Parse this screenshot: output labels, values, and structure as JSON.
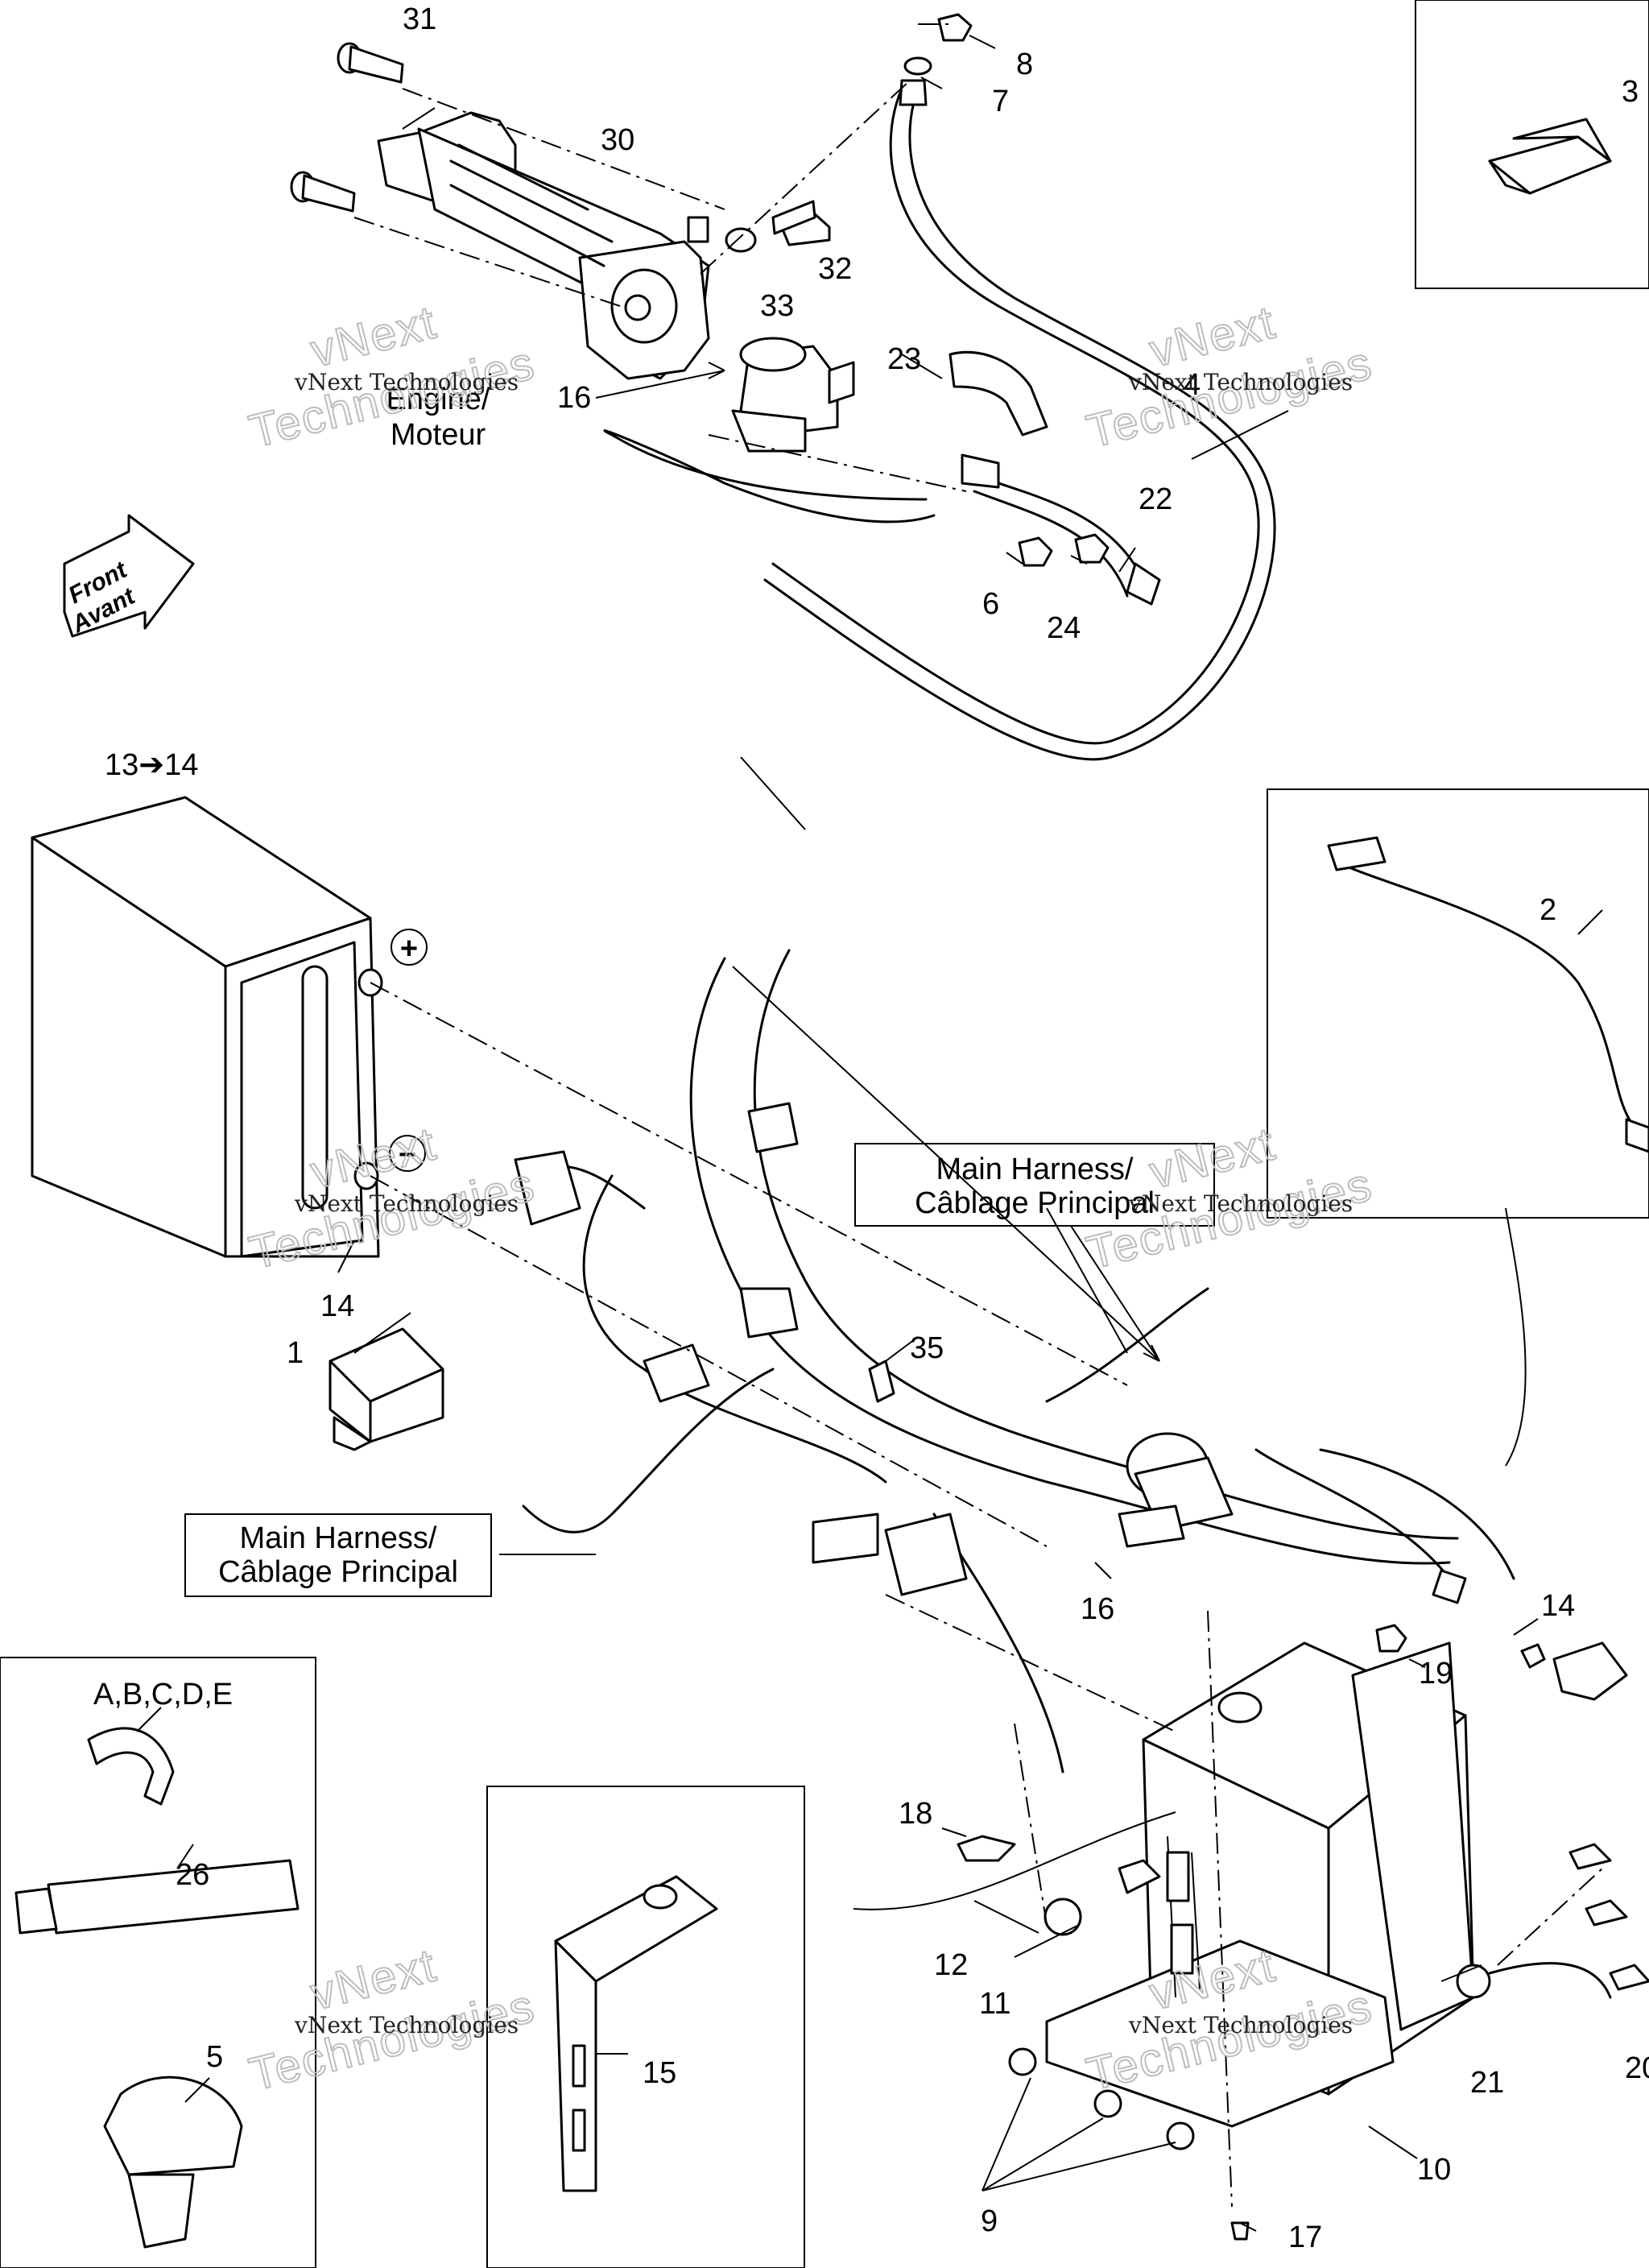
{
  "labels": {
    "n31": "31",
    "n8": "8",
    "n7": "7",
    "n30": "30",
    "n32": "32",
    "n33": "33",
    "n23": "23",
    "n16a": "16",
    "n4": "4",
    "n22": "22",
    "n6": "6",
    "n24": "24",
    "n3": "3",
    "n13": "13➔14",
    "n2": "2",
    "n14a": "14",
    "n1": "1",
    "n35": "35",
    "n16b": "16",
    "n14b": "14",
    "n19": "19",
    "n18": "18",
    "n12": "12",
    "n11": "11",
    "n21": "21",
    "n20": "20",
    "n9": "9",
    "n10": "10",
    "n17": "17",
    "n15": "15",
    "n26": "26",
    "n5": "5",
    "nABC": "A,B,C,D,E"
  },
  "callouts": {
    "engine_line1": "Engine/",
    "engine_line2": "Moteur",
    "main_harness_1_line1": "Main Harness/",
    "main_harness_1_line2": "Câblage Principal",
    "main_harness_2_line1": "Main Harness/",
    "main_harness_2_line2": "Câblage Principal",
    "front_line1": "Front",
    "front_line2": "Avant"
  },
  "symbols": {
    "plus": "+",
    "minus": "−"
  },
  "watermark": {
    "line1": "vNext Technologies",
    "big_line1": "vNext",
    "big_line2": "Technologies"
  }
}
